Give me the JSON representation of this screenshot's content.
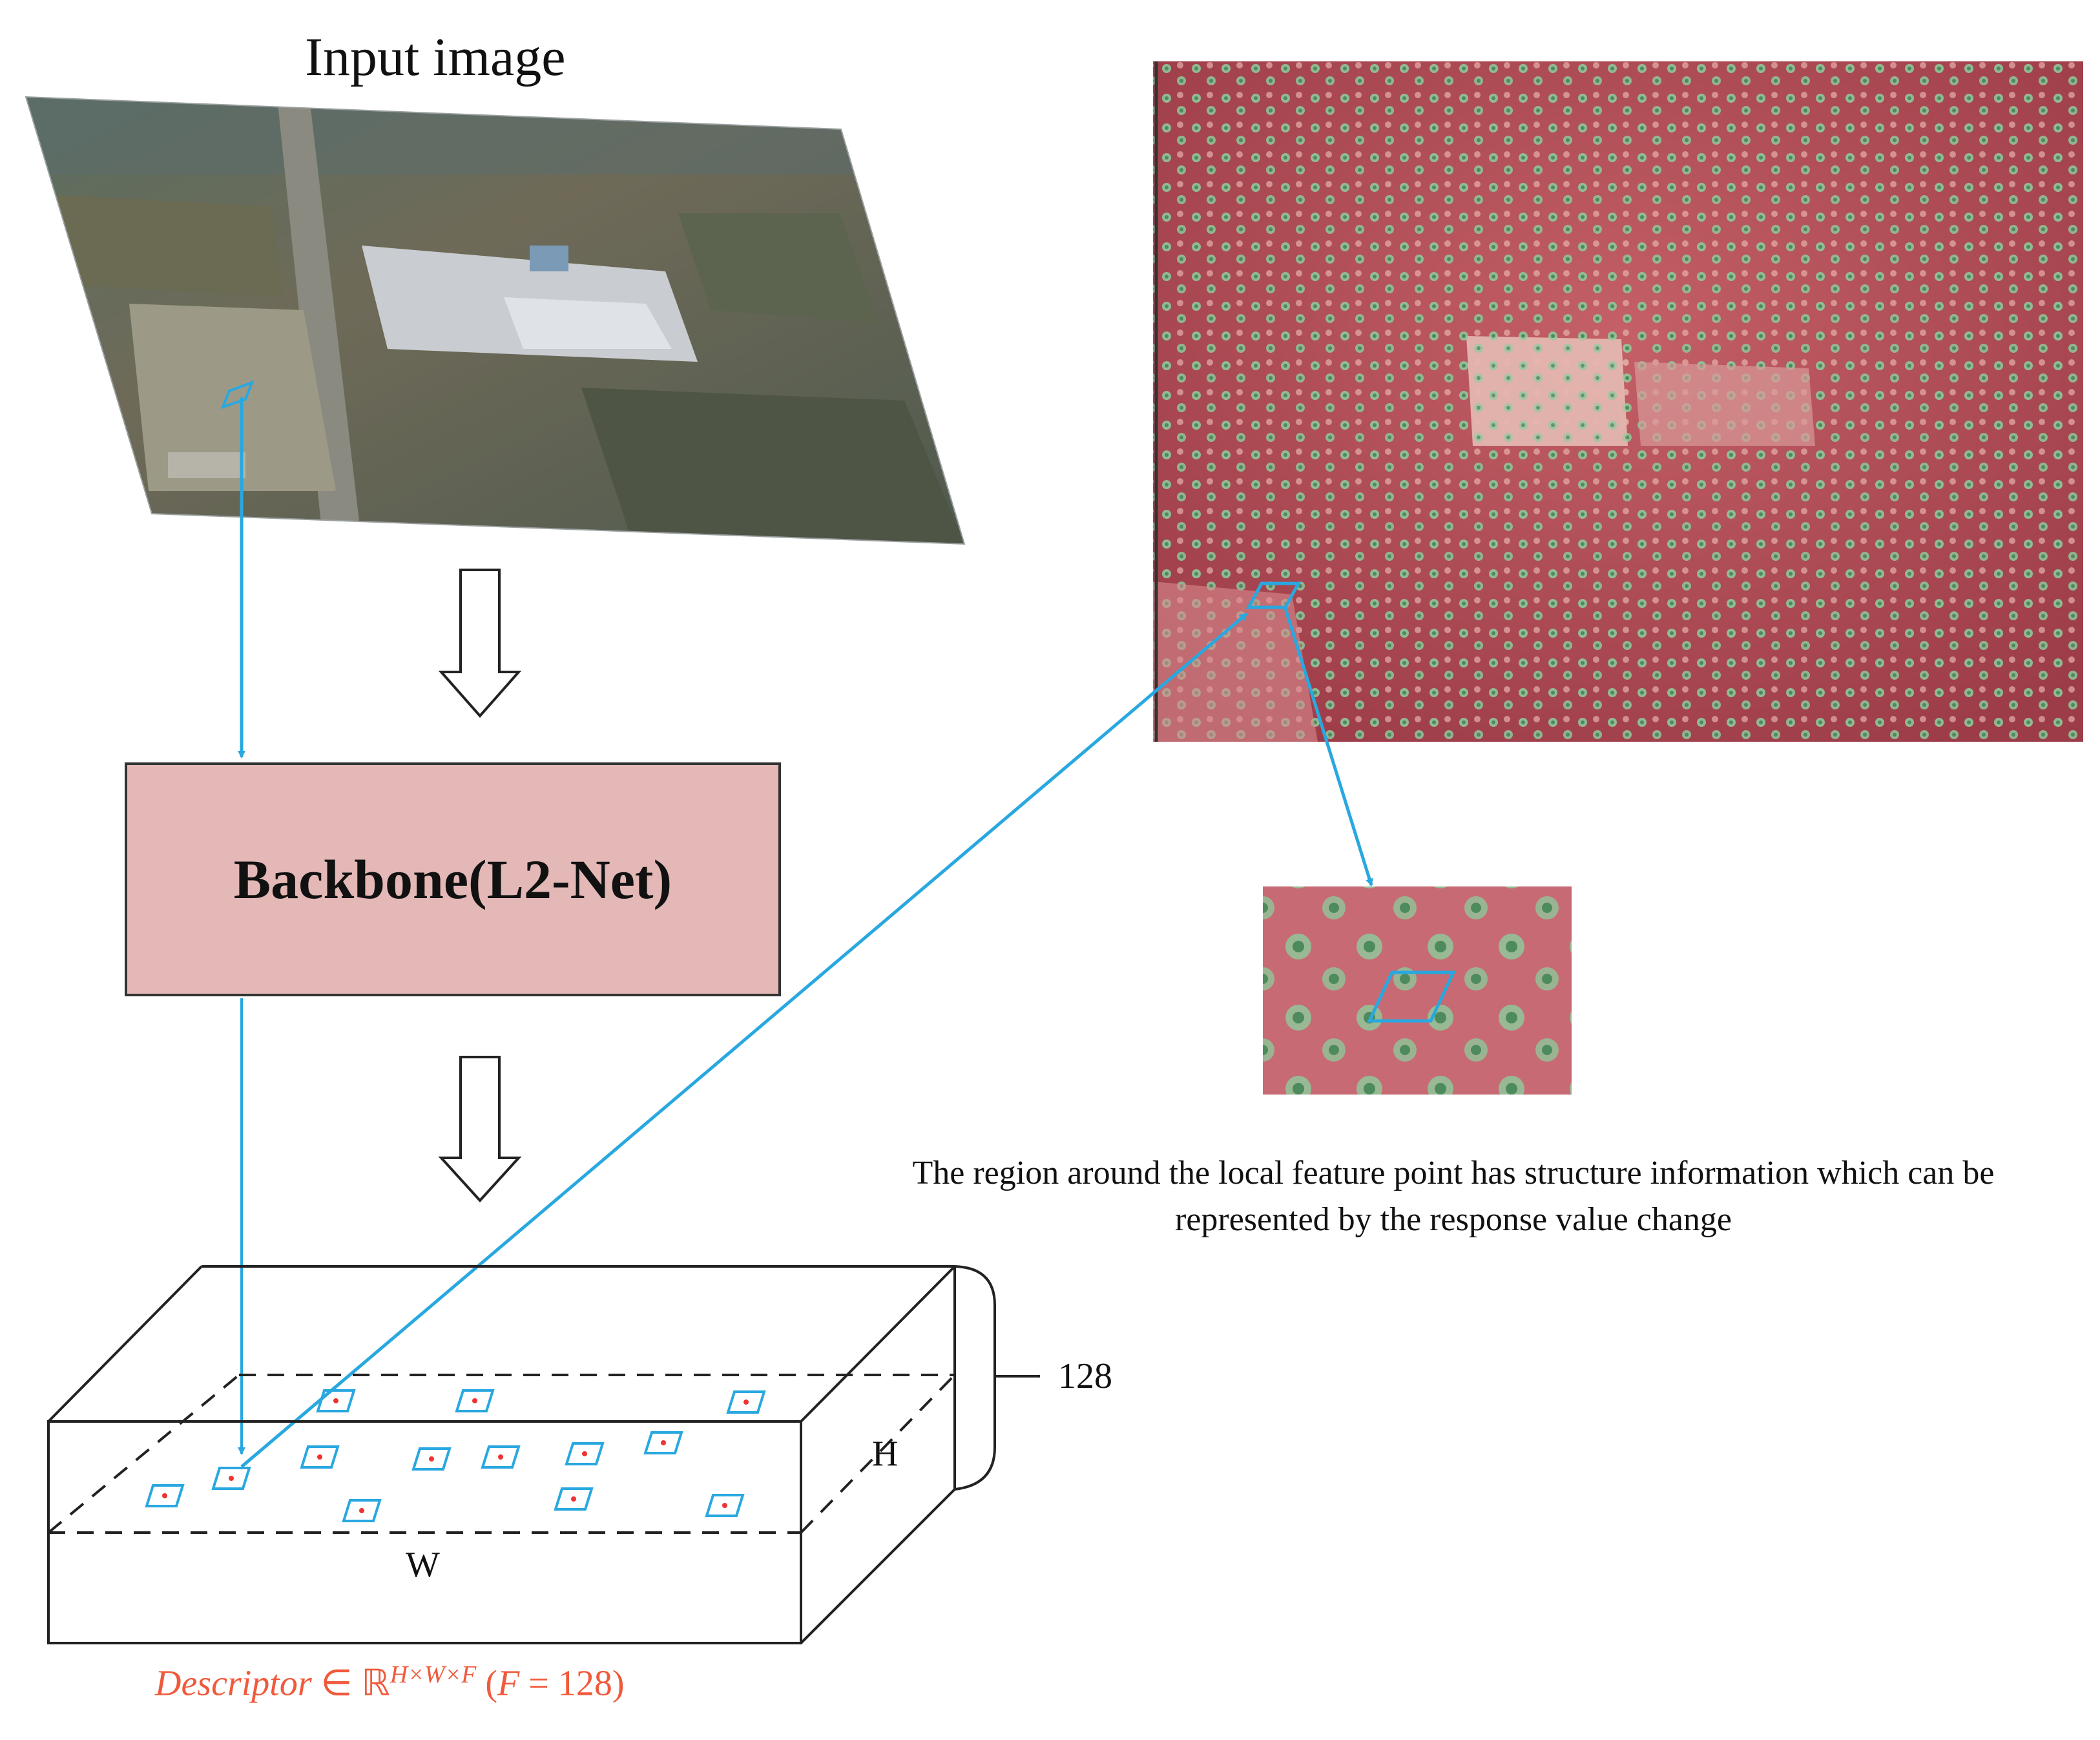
{
  "input_image": {
    "title": "Input image"
  },
  "backbone": {
    "label": "Backbone(L2-Net)"
  },
  "caption": {
    "text": "The region around the local feature point has structure information which can be represented by the response value change"
  },
  "tensor": {
    "depth_label": "128",
    "height_label": "H",
    "width_label": "W"
  },
  "descriptor": {
    "name": "Descriptor",
    "in": "∈",
    "set": "ℝ",
    "dims": "H×W×F",
    "condition_open": "(",
    "condition_var": "F",
    "condition_rest": " = 128)"
  },
  "colors": {
    "arrow": "#29a8e0",
    "backbone_fill": "#e4b8b6",
    "heatmap_base": "#b8505a",
    "heatmap_dot": "#7fbf8a",
    "descriptor_text": "#f05a3c"
  }
}
